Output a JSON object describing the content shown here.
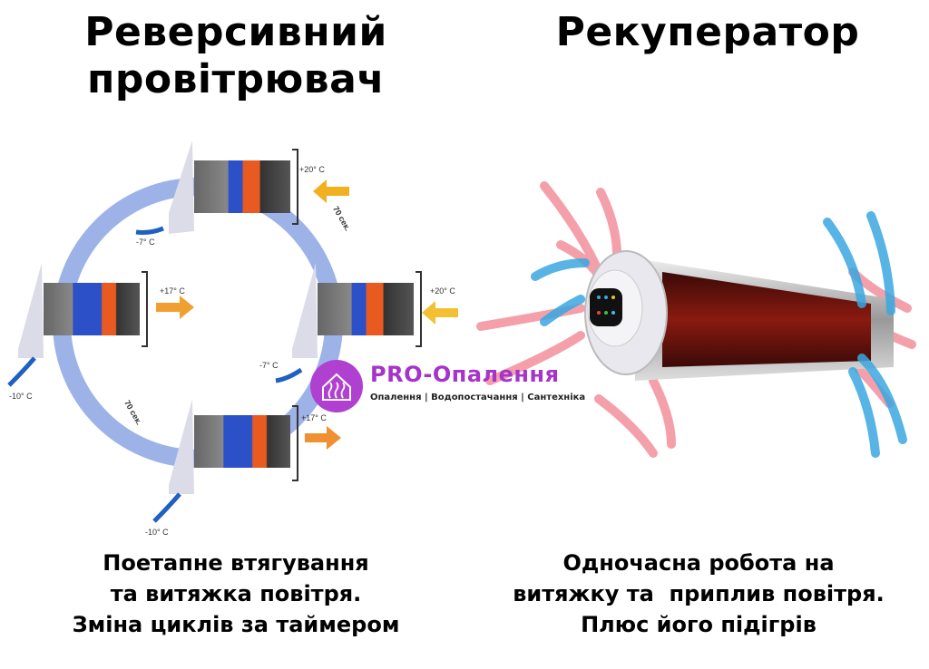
{
  "left": {
    "title_line1": "Реверсивний",
    "title_line2": "провітрювач",
    "caption_line1": "Поетапне втягування",
    "caption_line2": "та витяжка повітря.",
    "caption_line3": "Зміна циклів за таймером",
    "diagram": {
      "labels": {
        "top_in_temp": "+20° C",
        "top_out_temp": "-7° C",
        "left_in_temp": "+17° C",
        "left_out_temp": "-10° C",
        "right_in_temp": "+20° C",
        "right_out_temp": "-7° C",
        "bottom_in_temp": "+17° C",
        "bottom_out_temp": "-10° C",
        "cycle_top": "70 сек.",
        "cycle_bottom": "70 сек."
      }
    }
  },
  "right": {
    "title": "Рекуператор",
    "caption_line1": "Одночасна робота на",
    "caption_line2": "витяжку та  приплив повітря.",
    "caption_line3": "Плюс його підігрів"
  },
  "watermark": {
    "name": "PRO-Опалення",
    "tagline": "Опалення | Водопостачання | Сантехніка",
    "color": "#a634c9"
  },
  "colors": {
    "ring": "#9db3e8",
    "warm_arrow": "#f0a030",
    "cold_arrow": "#2060c0",
    "red_flow": "#f07080",
    "blue_flow": "#3aa8e0"
  }
}
